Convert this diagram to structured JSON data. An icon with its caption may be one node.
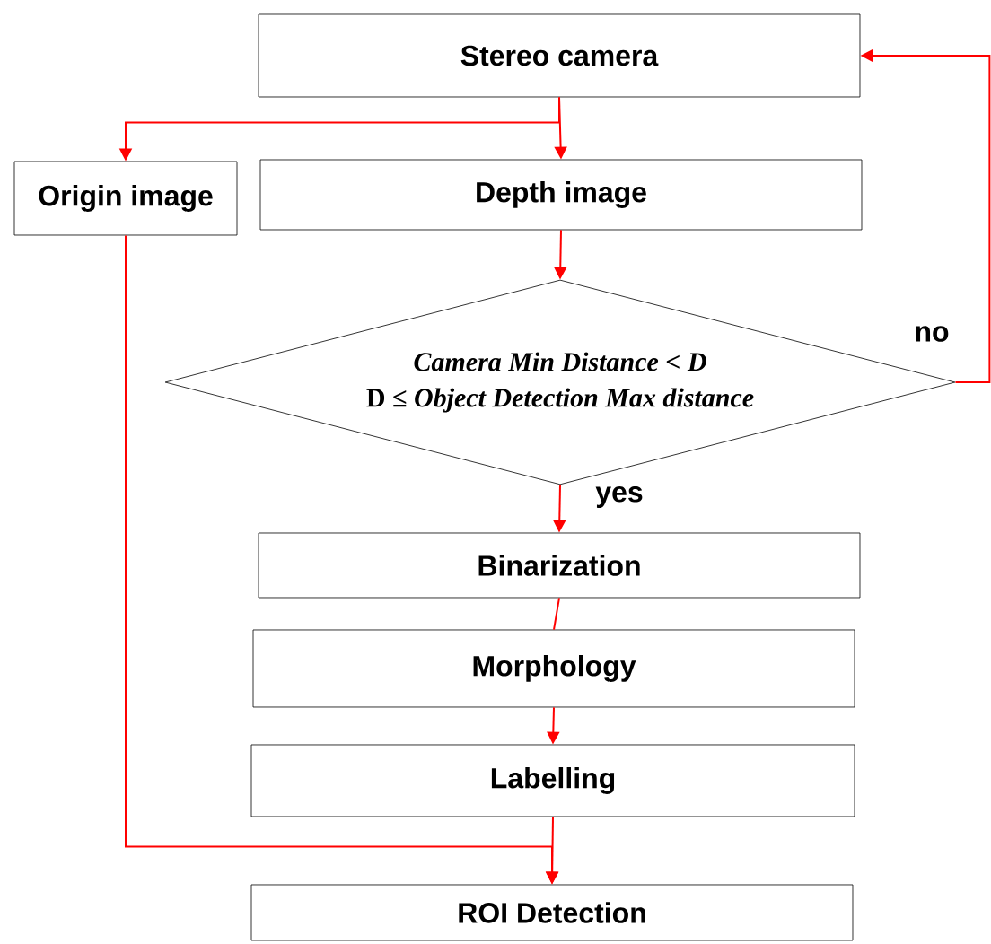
{
  "diagram": {
    "nodes": [
      {
        "text": [
          "Stereo camera"
        ]
      },
      {
        "text": [
          "Origin image"
        ]
      },
      {
        "text": [
          "Depth image"
        ]
      },
      {
        "text": [
          "Camera Min Distance < D",
          "D ≤ *Object Detection Max distance*"
        ]
      },
      {
        "text": [
          "Binarization"
        ]
      },
      {
        "text": [
          "Morphology"
        ]
      },
      {
        "text": [
          "Labelling"
        ]
      },
      {
        "text": [
          "ROI Detection"
        ]
      }
    ],
    "edges": [
      {
        "from": 0,
        "to": 1,
        "arrow": "to"
      },
      {
        "from": 0,
        "to": 2,
        "arrow": "to"
      },
      {
        "from": 2,
        "to": 3,
        "arrow": "to"
      },
      {
        "from": 3,
        "to": 4,
        "arrow": "to",
        "label": "yes"
      },
      {
        "from": 4,
        "to": 5,
        "arrow": "none"
      },
      {
        "from": 5,
        "to": 6,
        "arrow": "to"
      },
      {
        "from": 6,
        "to": 7,
        "arrow": "to"
      },
      {
        "from": 1,
        "to": 7,
        "arrow": "to"
      },
      {
        "from": 3,
        "to": 0,
        "arrow": "to",
        "label": "no"
      }
    ]
  }
}
